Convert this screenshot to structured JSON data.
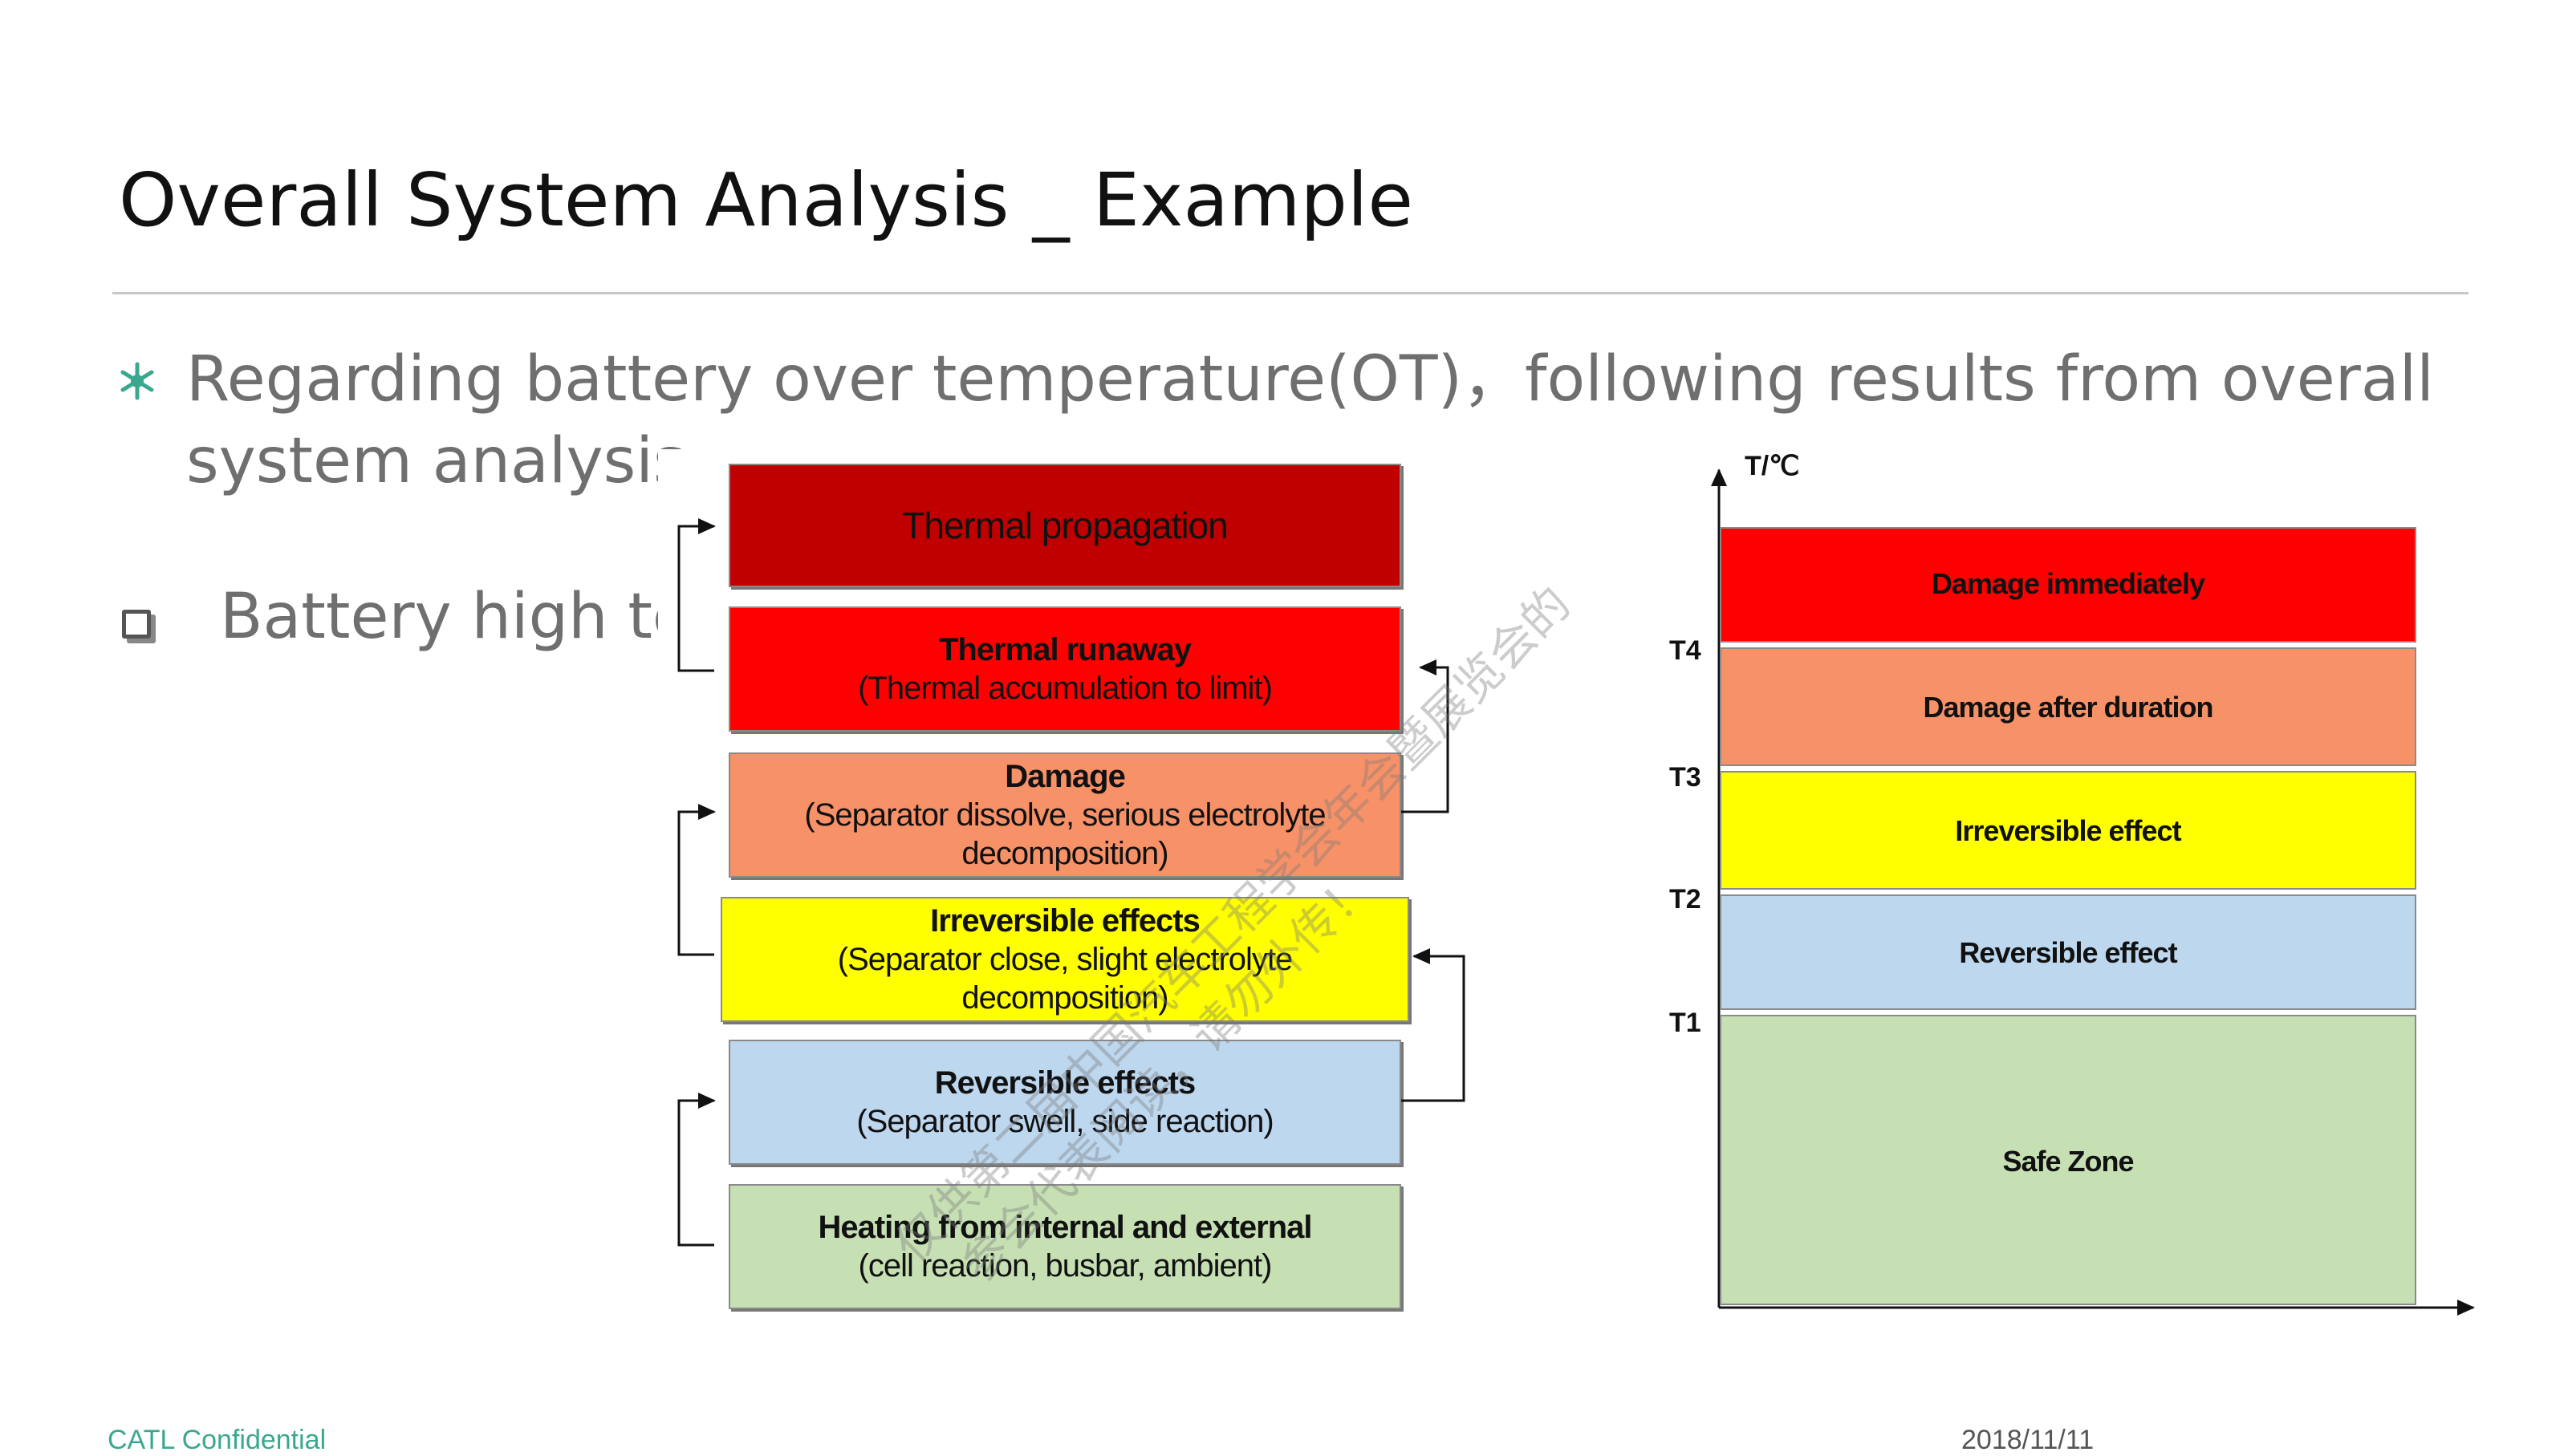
{
  "slide": {
    "title": "Overall System Analysis _ Example",
    "bullet": "Regarding battery over temperature(OT)，following results from overall system analysis:",
    "sub_bullet": "Battery high temperature mechanism",
    "footer_left": "CATL Confidential",
    "footer_right": "2018/11/11",
    "accent_color": "#3aa88e"
  },
  "flow": {
    "boxes": [
      {
        "title": "Thermal propagation",
        "detail": "",
        "color": "#c00000",
        "bold_title": false
      },
      {
        "title": "Thermal runaway",
        "detail": "(Thermal accumulation to limit)",
        "color": "#ff0000",
        "bold_title": true
      },
      {
        "title": "Damage",
        "detail": "(Separator dissolve, serious electrolyte decomposition)",
        "color": "#f79168",
        "bold_title": true
      },
      {
        "title": "Irreversible effects",
        "detail": "(Separator close, slight electrolyte decomposition)",
        "color": "#ffff00",
        "bold_title": true
      },
      {
        "title": "Reversible effects",
        "detail": "(Separator swell, side reaction)",
        "color": "#bdd7ee",
        "bold_title": true
      },
      {
        "title": "Heating from internal and external",
        "detail": "(cell reaction, busbar, ambient)",
        "color": "#c6e0b4",
        "bold_title": true
      }
    ]
  },
  "zones": {
    "axis_label": "T/℃",
    "thresholds": [
      "T4",
      "T3",
      "T2",
      "T1"
    ],
    "items": [
      {
        "label": "Damage immediately",
        "color": "#ff0000"
      },
      {
        "label": "Damage after duration",
        "color": "#f79168"
      },
      {
        "label": "Irreversible effect",
        "color": "#ffff00"
      },
      {
        "label": "Reversible effect",
        "color": "#bdd7ee"
      },
      {
        "label": "Safe Zone",
        "color": "#c6e0b4"
      }
    ]
  },
  "watermark": {
    "line1": "仅供第二届中国汽车工程学会年会暨展览会的",
    "line2": "参会代表阅读，请勿外传！"
  }
}
